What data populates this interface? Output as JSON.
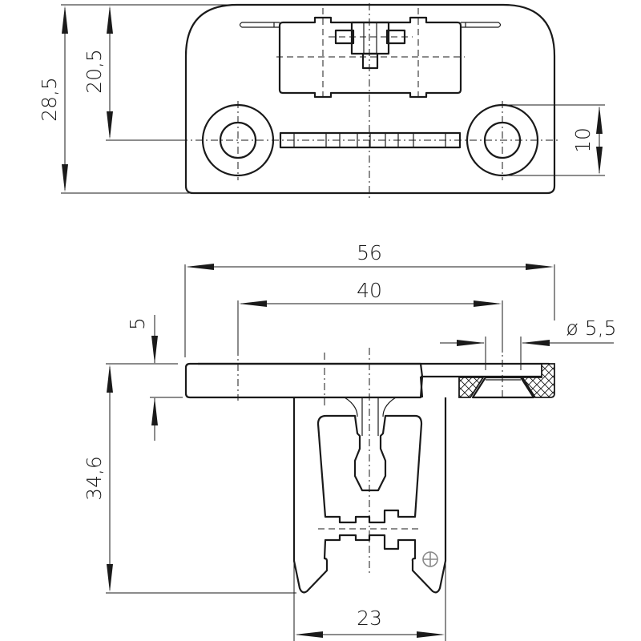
{
  "drawing": {
    "title": "Mounting plate with clip — technical drawing",
    "views": [
      "top-view",
      "front-view"
    ],
    "dimensions": {
      "overall_height_top": "28,5",
      "hole_center_height": "20,5",
      "hole_outer_diameter": "10",
      "overall_width": "56",
      "hole_spacing": "40",
      "hole_diameter": "ø 5,5",
      "plate_thickness": "5",
      "total_height": "34,6",
      "clip_width": "23"
    },
    "symbols": {
      "position_marker": "crosshair-circle-icon"
    },
    "colors": {
      "line": "#1a1a1a",
      "marker": "#8a8a8a",
      "background": "#ffffff"
    }
  }
}
